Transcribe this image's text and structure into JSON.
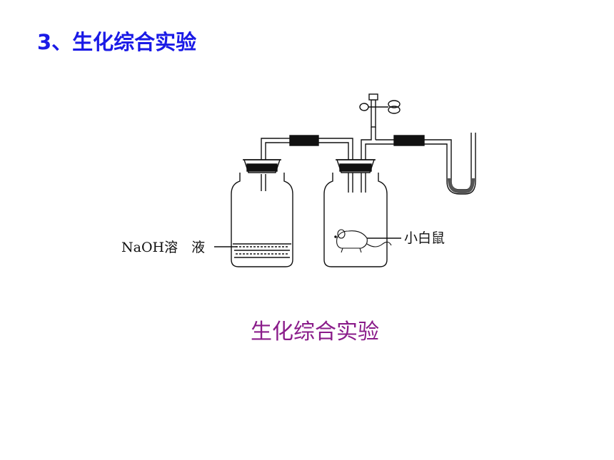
{
  "slide": {
    "title": "3、生化综合实验",
    "caption": "生化综合实验"
  },
  "diagram": {
    "left_bottle_label": "NaOH溶　液",
    "right_bottle_label": "小白鼠"
  },
  "colors": {
    "title": "#1a1ae6",
    "caption": "#8a1c8a",
    "line": "#111111"
  }
}
